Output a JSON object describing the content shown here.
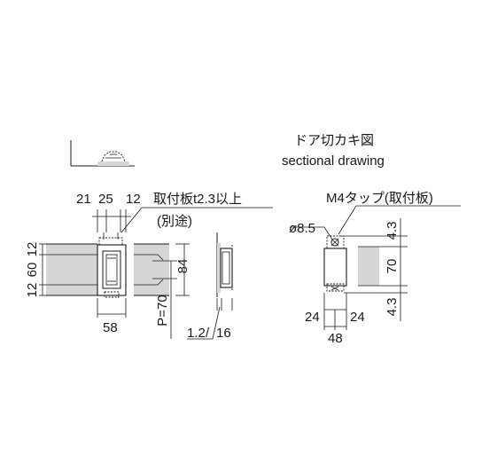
{
  "titles": {
    "door_cutout_jp": "ドア切カキ図",
    "door_cutout_en": "sectional drawing"
  },
  "notes": {
    "mounting_plate": "取付板t2.3以上",
    "separate": "(別途)",
    "tap": "M4タップ(取付板)"
  },
  "dimensions": {
    "top_21": "21",
    "top_25": "25",
    "top_12": "12",
    "left_12a": "12",
    "left_60": "60",
    "left_12b": "12",
    "width_58": "58",
    "pitch": "P=70",
    "height_84": "84",
    "thk_12": "1.2",
    "thk_16": "16",
    "dia": "ø8.5",
    "cut_43a": "4.3",
    "cut_70": "70",
    "cut_43b": "4.3",
    "cut_24a": "24",
    "cut_24b": "24",
    "cut_48": "48"
  }
}
